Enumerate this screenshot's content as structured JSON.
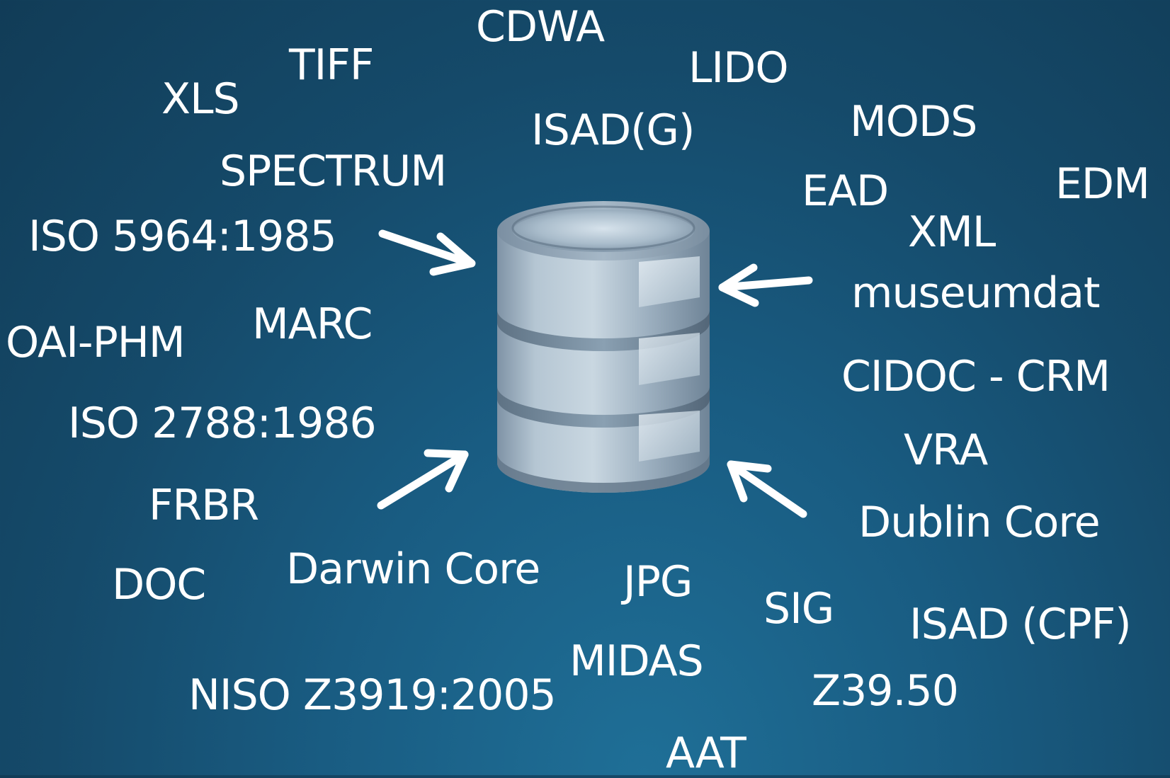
{
  "terms": {
    "cdwa": "CDWA",
    "tiff": "TIFF",
    "lido": "LIDO",
    "xls": "XLS",
    "isadg": "ISAD(G)",
    "mods": "MODS",
    "spectrum": "SPECTRUM",
    "ead": "EAD",
    "edm": "EDM",
    "iso5964": "ISO 5964:1985",
    "xml": "XML",
    "museumdat": "museumdat",
    "marc": "MARC",
    "oaiphm": "OAI-PHM",
    "cidoc": "CIDOC - CRM",
    "iso2788": "ISO 2788:1986",
    "vra": "VRA",
    "frbr": "FRBR",
    "dublin": "Dublin Core",
    "doc": "DOC",
    "darwin": "Darwin Core",
    "jpg": "JPG",
    "sig": "SIG",
    "isadcpf": "ISAD (CPF)",
    "midas": "MIDAS",
    "niso": "NISO Z3919:2005",
    "z3950": "Z39.50",
    "aat": "AAT"
  },
  "icons": {
    "center": "database-icon",
    "arrows": [
      "arrow-icon",
      "arrow-icon",
      "arrow-icon",
      "arrow-icon"
    ]
  },
  "colors": {
    "background": "#154a6a",
    "text": "#ffffff",
    "database": "#9fb1c0"
  }
}
